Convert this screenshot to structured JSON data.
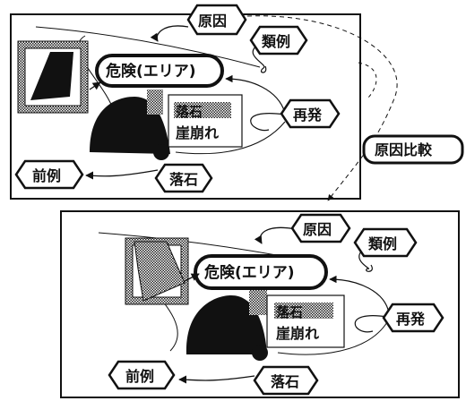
{
  "diagram": {
    "center_label": "危険(エリア)",
    "cause_label": "原因",
    "similar_label": "類例",
    "recurrence_label": "再発",
    "rockfall_label": "落石",
    "precedent_label": "前例",
    "card_top_text": "落石",
    "card_bottom_text": "崖崩れ",
    "cause_compare_label": "原因比較"
  },
  "colors": {
    "ink": "#111111",
    "paper": "#ffffff",
    "dither": "#555555"
  }
}
